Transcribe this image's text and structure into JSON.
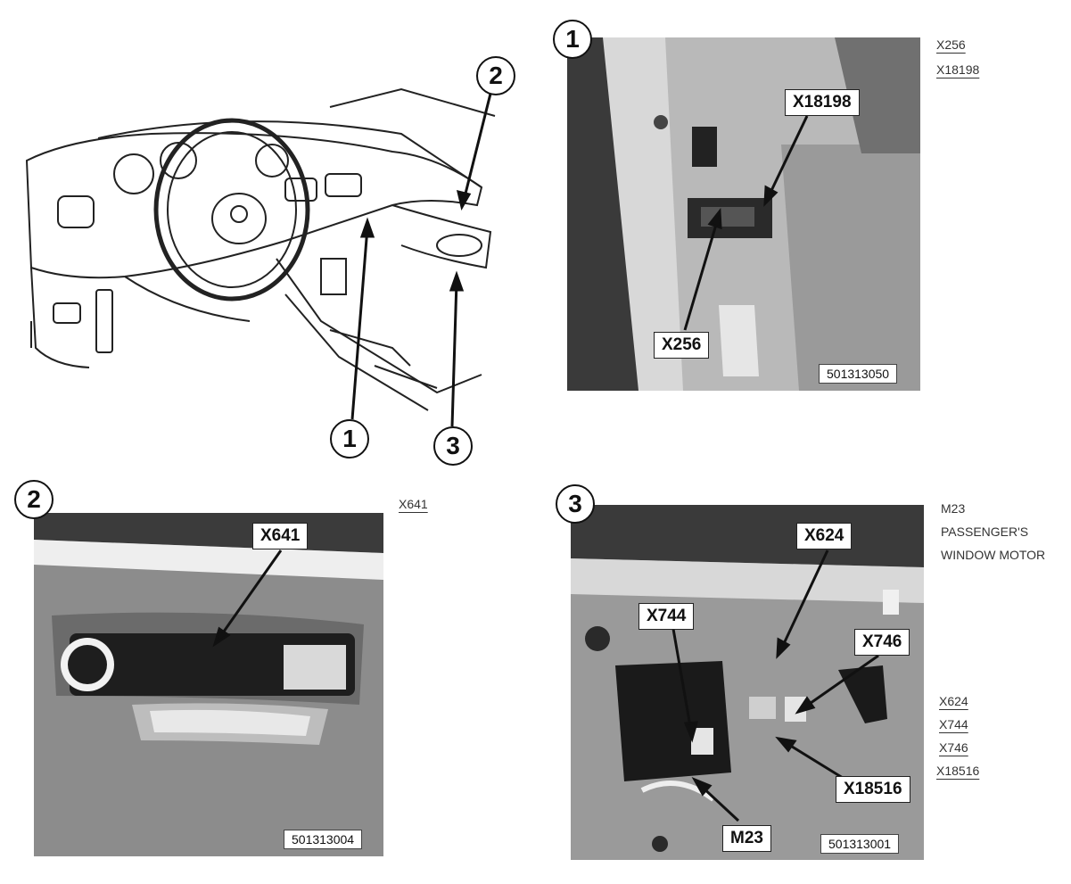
{
  "overview": {
    "markers": [
      "1",
      "2",
      "3"
    ]
  },
  "panel1": {
    "number": "1",
    "callouts": [
      "X18198",
      "X256"
    ],
    "photo_id": "501313050",
    "refs": [
      "X256",
      "X18198"
    ]
  },
  "panel2": {
    "number": "2",
    "callouts": [
      "X641"
    ],
    "photo_id": "501313004",
    "refs": [
      "X641"
    ]
  },
  "panel3": {
    "number": "3",
    "callouts": [
      "X624",
      "X744",
      "X746",
      "X18516",
      "M23"
    ],
    "photo_id": "501313001",
    "description": [
      "M23",
      "PASSENGER'S",
      "WINDOW MOTOR"
    ],
    "refs": [
      "X624",
      "X744",
      "X746",
      "X18516"
    ]
  }
}
